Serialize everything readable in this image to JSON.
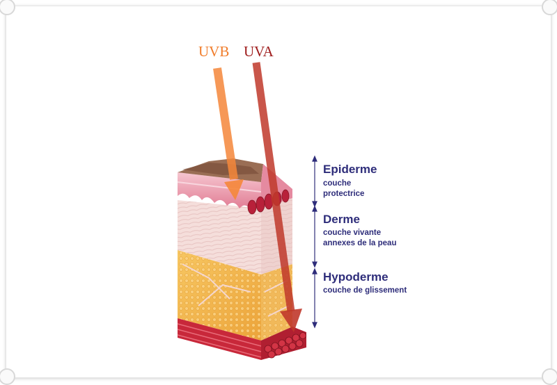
{
  "diagram": {
    "rays": [
      {
        "label": "UVB",
        "color": "#f07c2a"
      },
      {
        "label": "UVA",
        "color": "#9e1b1b"
      }
    ],
    "layers": [
      {
        "title": "Epiderme",
        "desc_lines": [
          "couche",
          "protectrice"
        ]
      },
      {
        "title": "Derme",
        "desc_lines": [
          "couche vivante",
          "annexes de la peau"
        ]
      },
      {
        "title": "Hypoderme",
        "desc_lines": [
          "couche de glissement"
        ]
      }
    ],
    "colors": {
      "label_text": "#2e2d7a",
      "dimension_line": "#2e2d7a",
      "epidermis": "#e89aa8",
      "dermis": "#f4dcd8",
      "hypodermis": "#f2b84b",
      "muscle": "#c8283a"
    }
  }
}
